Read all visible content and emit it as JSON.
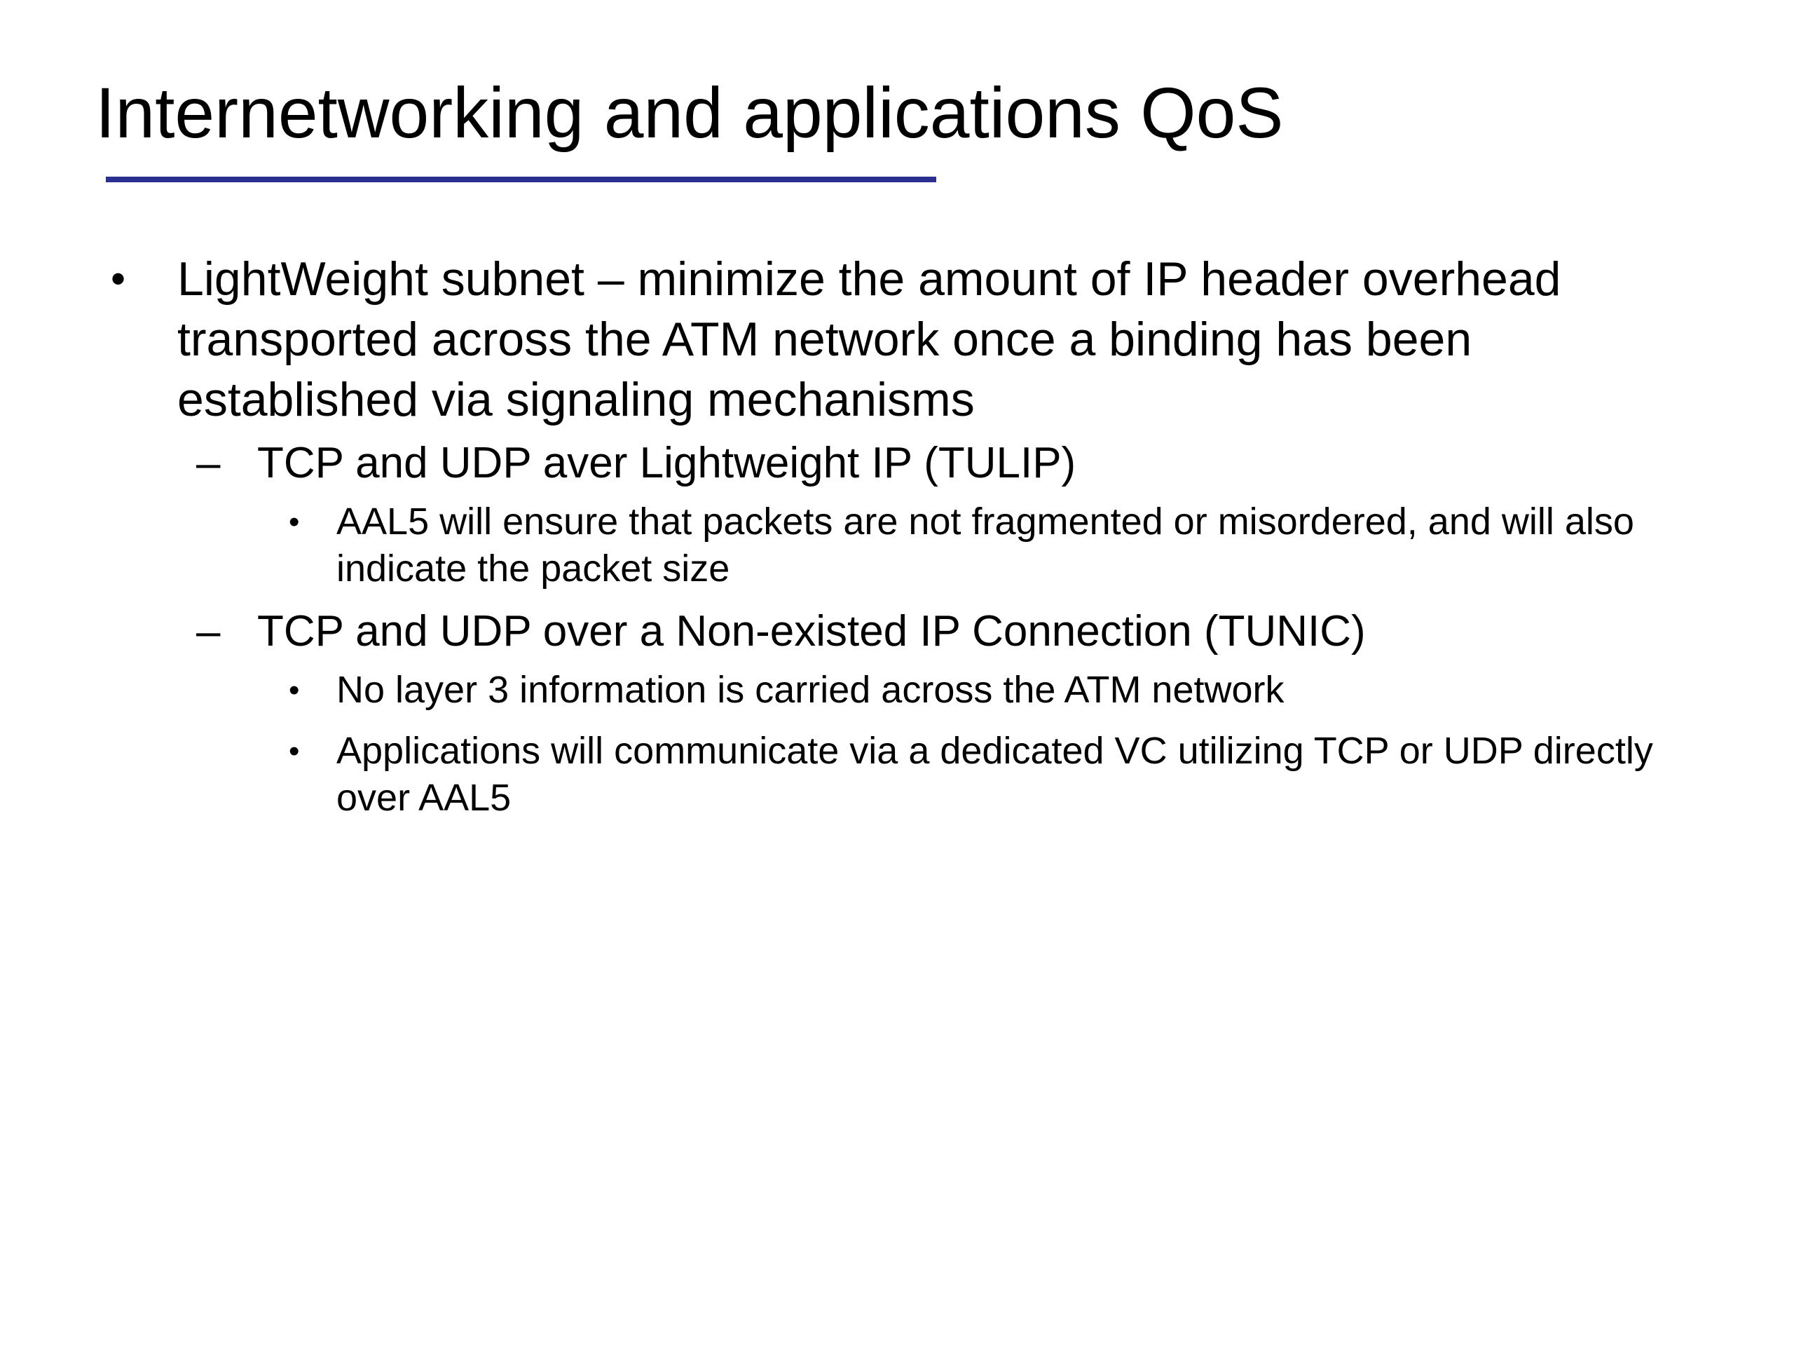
{
  "slide": {
    "title": "Internetworking and applications QoS",
    "accent_color": "#2b2f8f",
    "bullets": [
      {
        "marker": "•",
        "text": "LightWeight subnet – minimize the amount of IP header overhead transported across the ATM network once a binding has been established via signaling mechanisms",
        "children": [
          {
            "marker": "–",
            "text": "TCP and UDP aver Lightweight IP (TULIP)",
            "children": [
              {
                "marker": "•",
                "text": "AAL5 will ensure that packets are not fragmented or misordered, and will also indicate the packet size"
              }
            ]
          },
          {
            "marker": "–",
            "text": "TCP and UDP over a Non-existed IP Connection (TUNIC)",
            "children": [
              {
                "marker": "•",
                "text": "No layer 3 information is carried across the ATM network"
              },
              {
                "marker": "•",
                "text": "Applications will communicate via a dedicated VC utilizing TCP or UDP directly over AAL5"
              }
            ]
          }
        ]
      }
    ]
  }
}
